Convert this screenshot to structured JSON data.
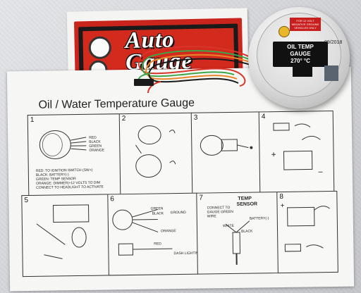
{
  "brand_logo": "Auto Gauge",
  "sheet": {
    "title": "Oil / Water Temperature Gauge",
    "panels": [
      {
        "num": "1",
        "labels": [
          "RED",
          "BLACK",
          "GREEN",
          "ORANGE"
        ],
        "legend": [
          [
            "RED:",
            "TO IGNITION SWITCH (SW+)"
          ],
          [
            "BLACK:",
            "BATTERY(-)"
          ],
          [
            "GREEN:",
            "TEMP SENSOR"
          ],
          [
            "ORANGE:",
            "DIMMER(+12 VOLTS TO DIM"
          ],
          [
            "",
            "CONNECT TO HEADLIGHT TO ACTIVATE"
          ]
        ]
      },
      {
        "num": "2"
      },
      {
        "num": "3"
      },
      {
        "num": "4"
      },
      {
        "num": "5"
      },
      {
        "num": "6",
        "labels": [
          "GREEN",
          "BLACK",
          "GROUND",
          "ORANGE",
          "RED",
          "DASH LIGHTING"
        ]
      },
      {
        "num": "7",
        "labels": [
          "TEMP",
          "SENSOR",
          "CONNECT TO GAUGE GREEN WIRE",
          "BATTERY(-)",
          "WHITE",
          "BLACK"
        ]
      },
      {
        "num": "8"
      }
    ]
  },
  "gauge": {
    "title_line1": "OIL TEMP",
    "title_line2": "GAUGE",
    "title_line3": "270° °C",
    "date": "09/2018",
    "warning": "FOR 12 VOLT NEGATIVE GROUND VEHICLES ONLY"
  },
  "colors": {
    "red": "#c9251c",
    "wire_red": "#d9352a",
    "wire_green": "#3ea64a",
    "wire_orange": "#e8862a",
    "wire_black": "#1a1a1a"
  }
}
